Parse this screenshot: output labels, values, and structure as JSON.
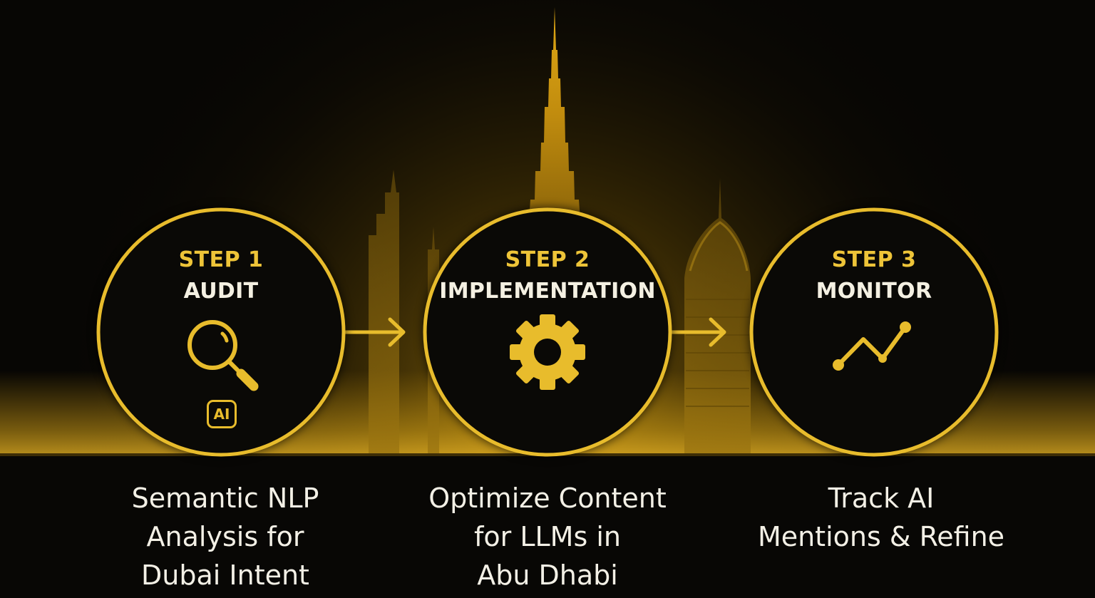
{
  "colors": {
    "background": "#070604",
    "accent": "#e8bc2c",
    "label_accent": "#eec438",
    "title_text": "#f4f0e2",
    "caption_text": "#f3f0e6",
    "skyline_glow": "#b68a12"
  },
  "steps": [
    {
      "label": "STEP 1",
      "title": "AUDIT",
      "icon": "magnifier-icon",
      "badge": "AI",
      "caption": [
        "Semantic NLP",
        "Analysis for",
        "Dubai Intent"
      ]
    },
    {
      "label": "STEP 2",
      "title": "IMPLEMENTATION",
      "icon": "gear-icon",
      "caption": [
        "Optimize Content",
        "for LLMs in",
        "Abu Dhabi"
      ]
    },
    {
      "label": "STEP 3",
      "title": "MONITOR",
      "icon": "trend-line-icon",
      "caption": [
        "Track AI",
        "Mentions & Refine"
      ]
    }
  ],
  "connectors": [
    {
      "from": "STEP 1",
      "to": "STEP 2",
      "icon": "arrow-right-icon"
    },
    {
      "from": "STEP 2",
      "to": "STEP 3",
      "icon": "arrow-right-icon"
    }
  ]
}
